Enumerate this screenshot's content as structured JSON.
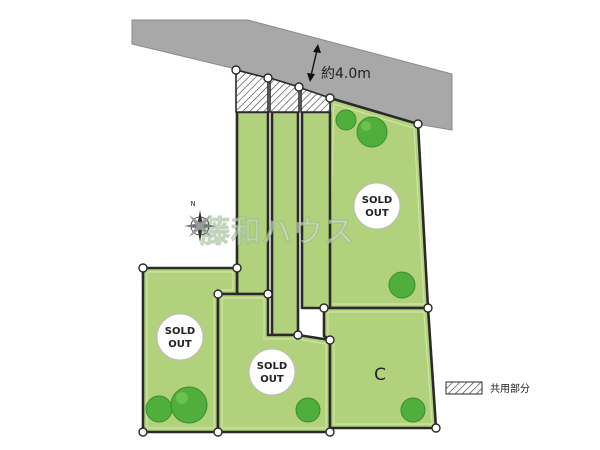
{
  "road": {
    "width_label": "約4.0m"
  },
  "lots": [
    {
      "id": "lot-top-right",
      "status": "SOLD OUT"
    },
    {
      "id": "lot-left",
      "status": "SOLD OUT"
    },
    {
      "id": "lot-bottom-middle",
      "status": "SOLD OUT"
    },
    {
      "id": "lot-c",
      "letter": "C"
    }
  ],
  "legend": {
    "hatch_label": "共用部分"
  },
  "compass": {
    "north_label": "N"
  },
  "watermark": {
    "text": "藤和ハウス"
  },
  "colors": {
    "lot_fill": "#b2d17c",
    "road_fill": "#a8a8a8",
    "tree": "#4fae3c"
  }
}
